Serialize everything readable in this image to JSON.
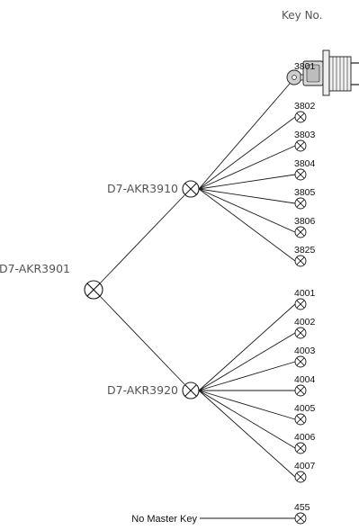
{
  "header": {
    "title": "Key No."
  },
  "root": {
    "label": "D7-AKR3901"
  },
  "groups": [
    {
      "label": "D7-AKR3910",
      "keys": [
        "3801",
        "3802",
        "3803",
        "3804",
        "3805",
        "3806",
        "3825"
      ]
    },
    {
      "label": "D7-AKR3920",
      "keys": [
        "4001",
        "4002",
        "4003",
        "4004",
        "4005",
        "4006",
        "4007"
      ]
    }
  ],
  "standalone": {
    "label": "No Master Key",
    "key": "455"
  },
  "colors": {
    "line": "#1a1a1a",
    "label_gray": "#555555",
    "lock_body": "#d9d9d9"
  },
  "icons": {
    "node": "circle-x-node-icon",
    "lock": "key-lock-cylinder-icon"
  }
}
